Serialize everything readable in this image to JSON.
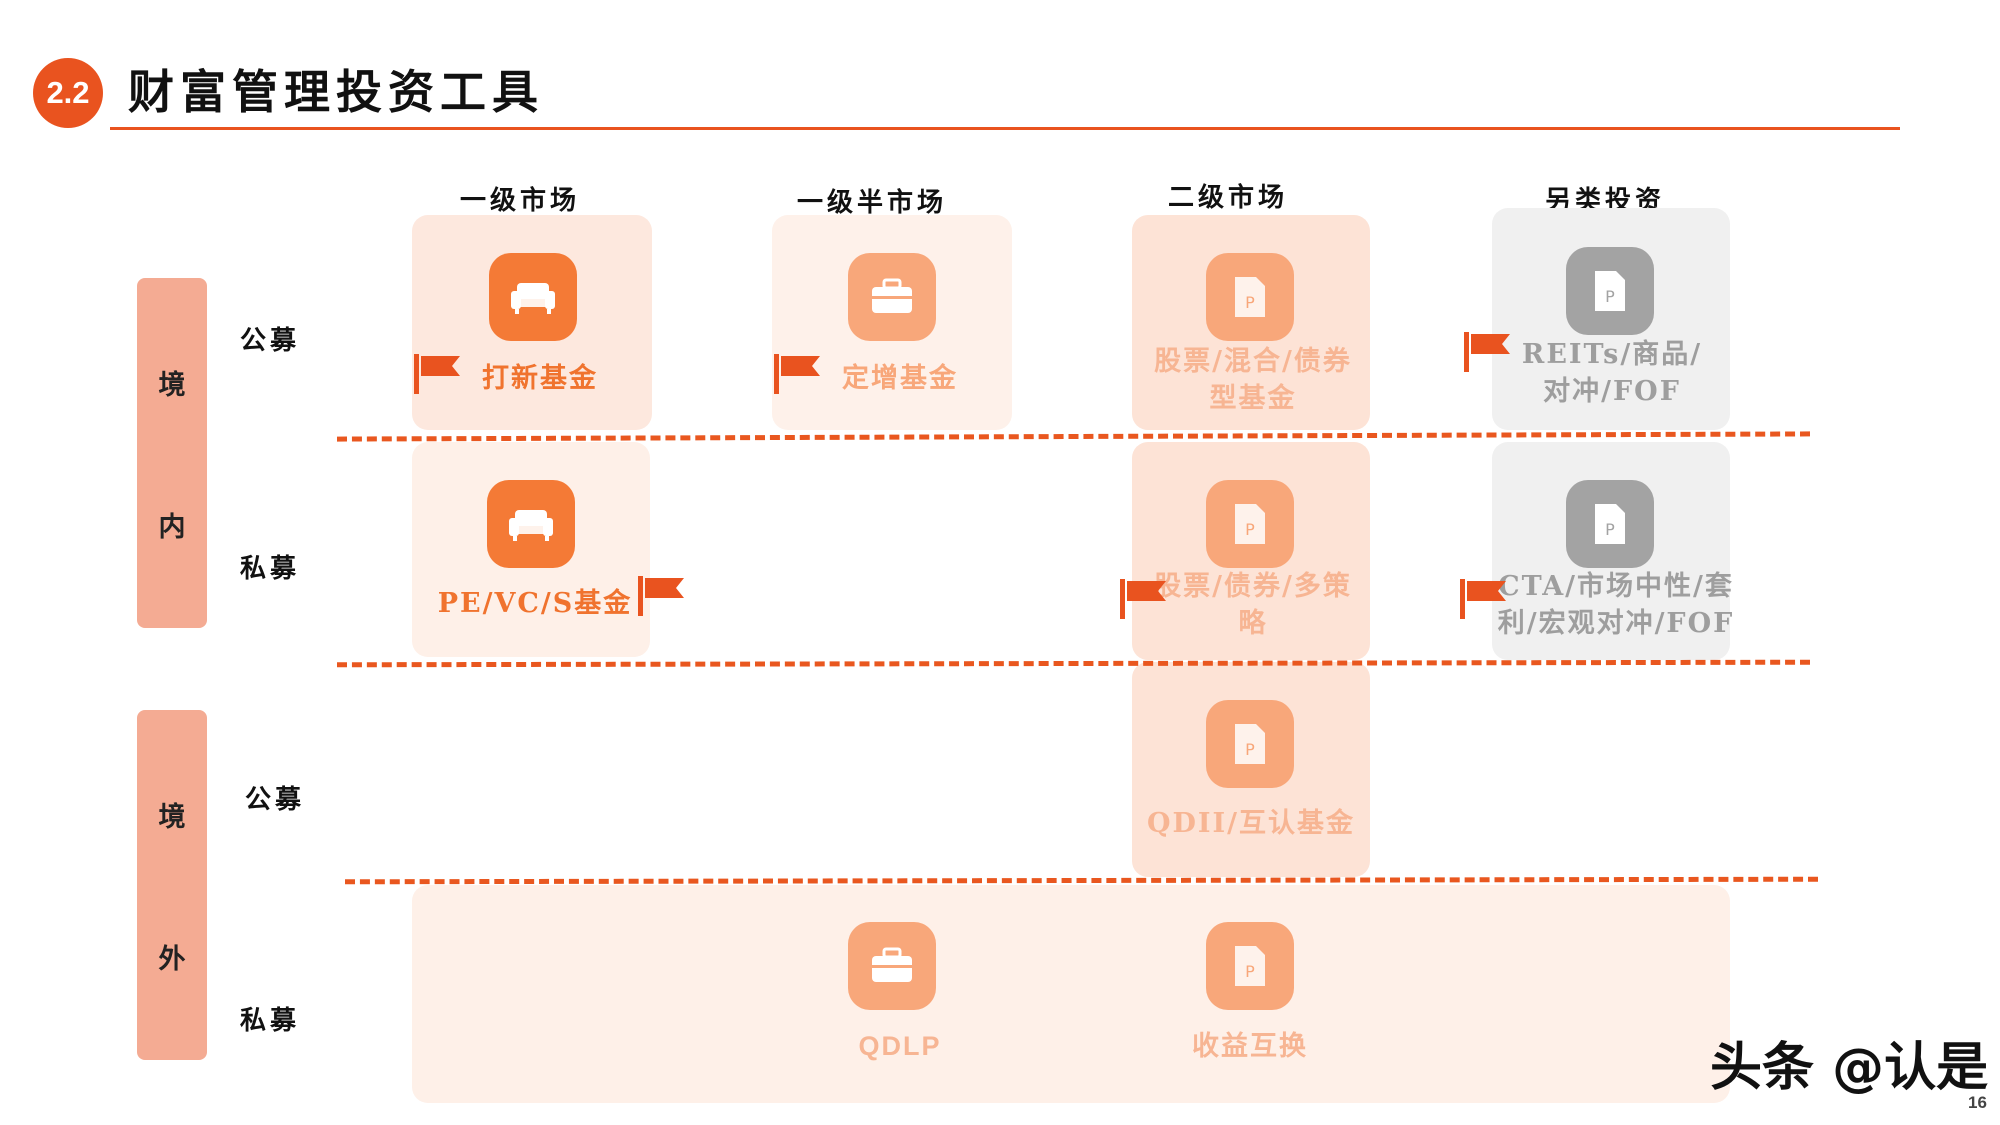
{
  "header": {
    "badge": "2.2",
    "title": "财富管理投资工具"
  },
  "columns": [
    "一级市场",
    "一级半市场",
    "二级市场",
    "另类投资"
  ],
  "regions": {
    "domestic": {
      "chars": [
        "境",
        "内"
      ]
    },
    "overseas": {
      "chars": [
        "境",
        "外"
      ]
    }
  },
  "rows": {
    "domestic_public": "公募",
    "domestic_private": "私募",
    "overseas_public": "公募",
    "overseas_private": "私募"
  },
  "cards": {
    "ipo_fund": {
      "label": "打新基金",
      "icon": "sofa-icon",
      "highlight": true
    },
    "private_placement_fund": {
      "label": "定增基金",
      "icon": "briefcase-icon",
      "highlight": true
    },
    "stock_mixed_bond_fund": {
      "label": "股票/混合/债券型基金",
      "icon": "document-p-icon",
      "highlight": false
    },
    "reits_fof": {
      "label": "REITs/商品/对冲/FOF",
      "icon": "document-p-icon",
      "highlight": true
    },
    "pe_vc": {
      "label": "PE/VC/S基金",
      "icon": "sofa-icon",
      "highlight": true
    },
    "stock_bond_multi": {
      "label": "股票/债券/多策略",
      "icon": "document-p-icon",
      "highlight": true
    },
    "cta_macro": {
      "label": "CTA/市场中性/套利/宏观对冲/FOF",
      "icon": "document-p-icon",
      "highlight": true
    },
    "qdii": {
      "label": "QDII/互认基金",
      "icon": "document-p-icon",
      "highlight": false
    },
    "qdlp": {
      "label": "QDLP",
      "icon": "briefcase-icon",
      "highlight": false
    },
    "swap": {
      "label": "收益互换",
      "icon": "document-p-icon",
      "highlight": false
    }
  },
  "colors": {
    "accent": "#e9531f",
    "icon_strong": "#f47a36",
    "icon_mid": "#f8a77a",
    "icon_grey": "#a3a3a3",
    "card_bg": "#fde8de",
    "card_bg_light": "#fef1ea",
    "card_bg_grey": "#f0f0f0"
  },
  "watermark": "头条 @认是",
  "page_number": "16"
}
